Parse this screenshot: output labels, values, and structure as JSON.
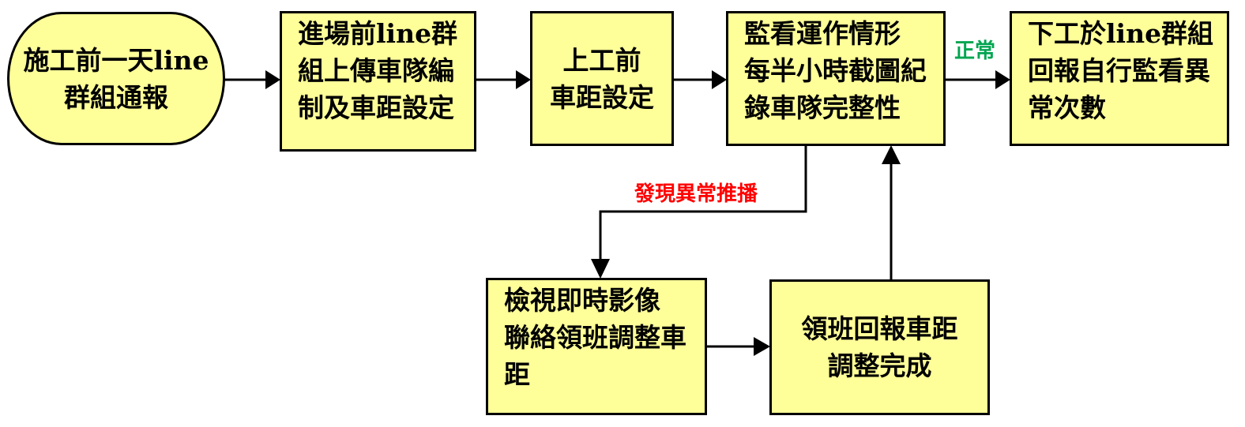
{
  "colors": {
    "box_fill": "#ffff99",
    "border": "#000000",
    "normal_label": "#00a550",
    "abnormal_label": "#ff0000"
  },
  "nodes": {
    "notify": {
      "lines": [
        "施工前一天line",
        "群組通報"
      ]
    },
    "upload": {
      "lines": [
        "進場前line群",
        "組上傳車隊編",
        "制及車距設定"
      ]
    },
    "setup": {
      "lines": [
        "上工前",
        "車距設定"
      ]
    },
    "monitor": {
      "lines": [
        "監看運作情形",
        "每半小時截圖紀",
        "錄車隊完整性"
      ]
    },
    "report": {
      "lines": [
        "下工於line群組",
        "回報自行監看異",
        "常次數"
      ]
    },
    "inspect": {
      "lines": [
        "檢視即時影像",
        "聯絡領班調整車",
        "距"
      ]
    },
    "adjusted": {
      "lines": [
        "領班回報車距",
        "調整完成"
      ]
    }
  },
  "edges": {
    "normal_label": "正常",
    "abnormal_label": "發現異常推播"
  }
}
